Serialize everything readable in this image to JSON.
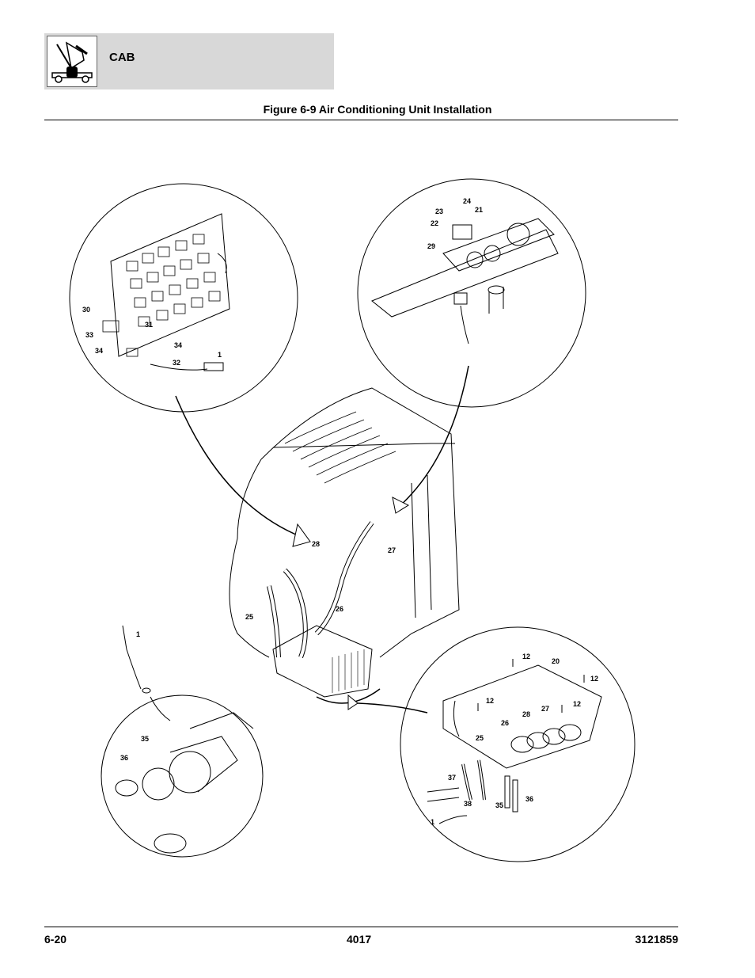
{
  "header": {
    "section": "CAB",
    "logo_icon": "boom-lift-machine-icon"
  },
  "figure": {
    "title": "Figure 6-9 Air Conditioning Unit Installation",
    "callouts": {
      "upper_left": [
        "30",
        "31",
        "33",
        "34",
        "34",
        "32",
        "1"
      ],
      "upper_right": [
        "24",
        "23",
        "21",
        "22",
        "29"
      ],
      "main": [
        "28",
        "27",
        "26",
        "25"
      ],
      "lower_left": [
        "1",
        "35",
        "36"
      ],
      "lower_right": [
        "12",
        "20",
        "12",
        "12",
        "12",
        "28",
        "27",
        "26",
        "25",
        "37",
        "38",
        "35",
        "36",
        "1"
      ]
    }
  },
  "footer": {
    "page": "6-20",
    "model": "4017",
    "doc_number": "3121859"
  }
}
